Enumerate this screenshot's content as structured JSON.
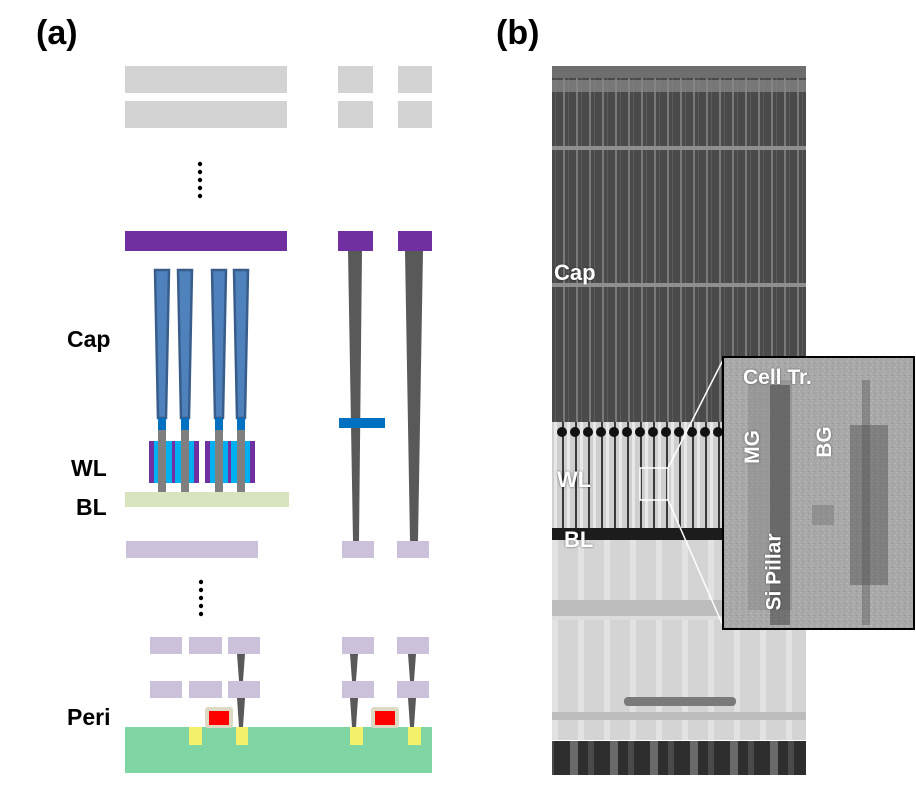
{
  "panels": {
    "a": {
      "label": "(a)",
      "title": "Schematic cross-section of DRAM with capacitor, WL, BL over peripheral circuitry",
      "labels": {
        "cap": "Cap",
        "wl": "WL",
        "bl": "BL",
        "peri": "Peri"
      },
      "colors": {
        "metal_upper": "#d3d3d3",
        "top_plate": "#7030a0",
        "capacitor": "#4f81bd",
        "capacitor_outline": "#385d8a",
        "contact_blue": "#0070c0",
        "via_gray": "#595959",
        "wordline_purple": "#7030a0",
        "wordline_cyan": "#00b0f0",
        "bitline": "#d7e4bd",
        "metal_lower": "#ccc1da",
        "substrate": "#7fd6a4",
        "source_drain": "#f5f06a",
        "gate": "#ff0000",
        "gate_spacer": "#ddd9c3"
      }
    },
    "b": {
      "label": "(b)",
      "title": "TEM cross-section image",
      "labels": {
        "cap": "Cap",
        "wl": "WL",
        "bl": "BL"
      },
      "inset": {
        "title": "Cell Tr.",
        "labels": {
          "mg": "MG",
          "bg": "BG",
          "si_pillar": "Si Pillar"
        }
      }
    }
  }
}
